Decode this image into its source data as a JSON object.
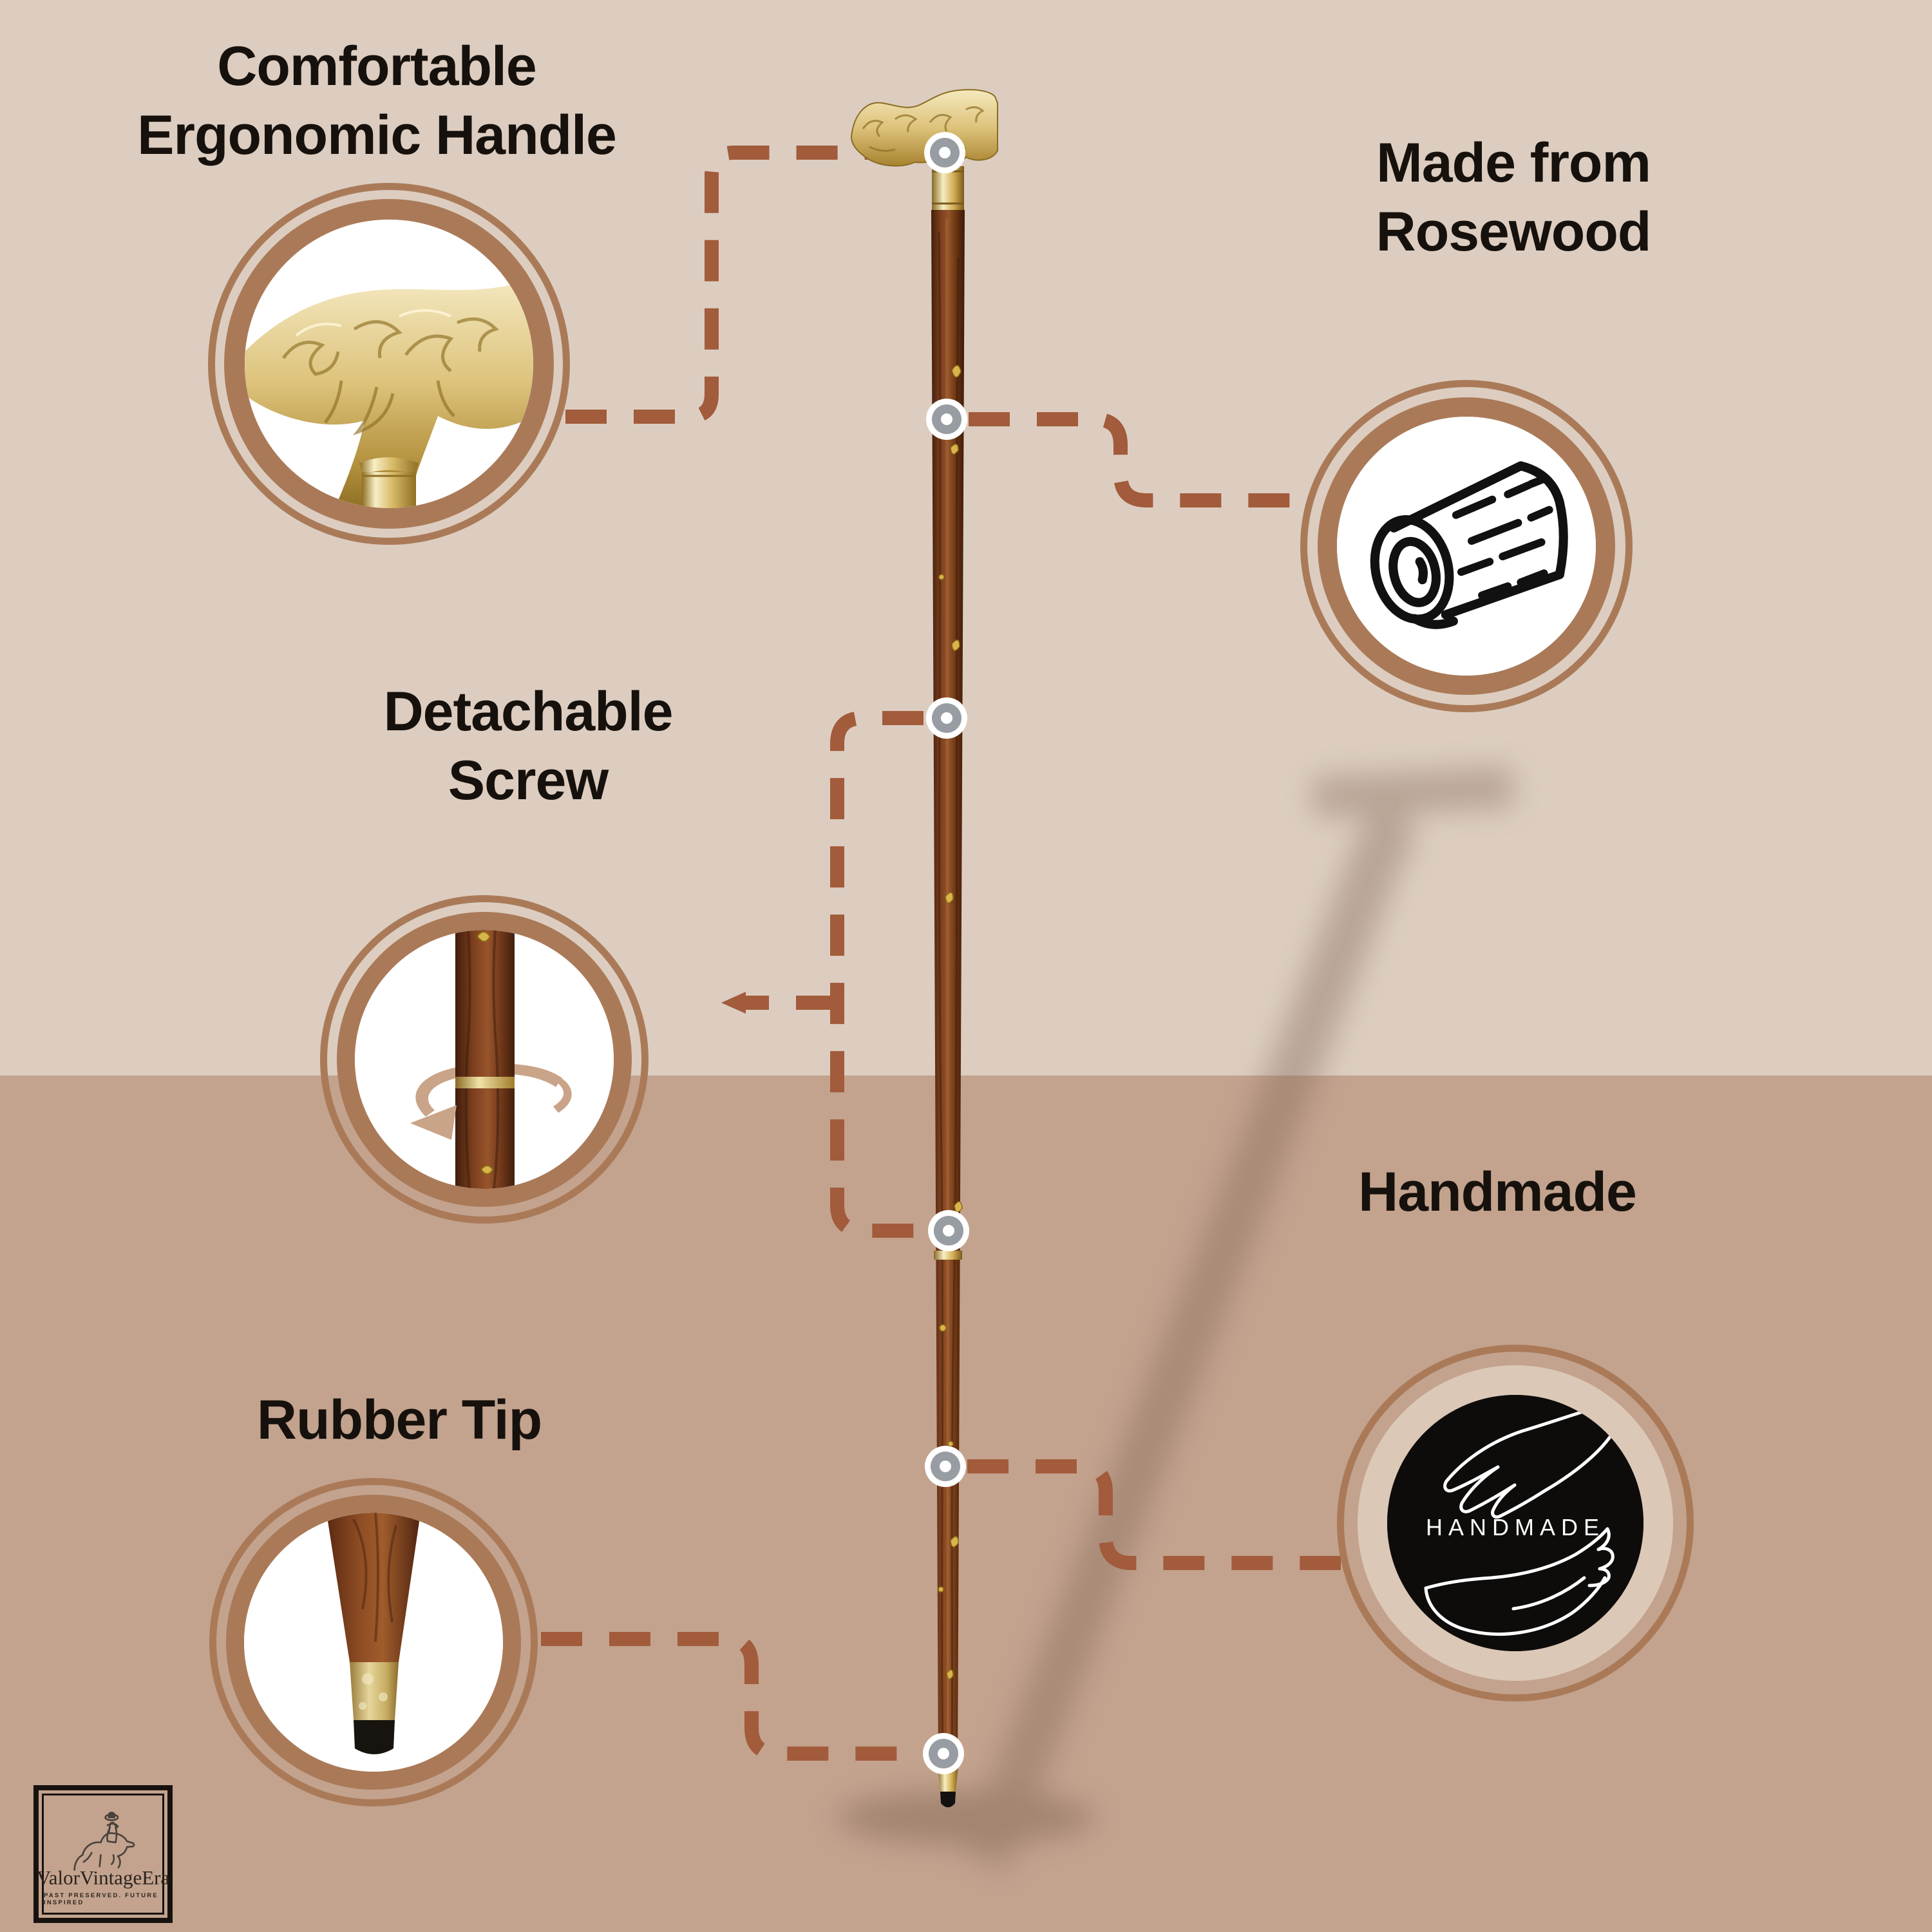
{
  "colors": {
    "bg_top": "#dccdc0",
    "bg_bottom": "#c3a38e",
    "dash": "#a25b3b",
    "ring_brown": "#aa7a58",
    "dot_gray": "#979da2",
    "brass": "#d9bc6d",
    "wood": "#7c3f1e",
    "badge_bg": "#0d0c0b",
    "title_color": "#16110c"
  },
  "callouts": [
    {
      "id": "handle",
      "label": "Comfortable Ergonomic Handle"
    },
    {
      "id": "rosewood",
      "label": "Made from Rosewood"
    },
    {
      "id": "screw",
      "label": "Detachable Screw"
    },
    {
      "id": "handmade",
      "label": "Handmade"
    },
    {
      "id": "rubber",
      "label": "Rubber Tip"
    }
  ],
  "badge": {
    "text": "HANDMADE"
  },
  "logo": {
    "brand": "ValorVintageEra",
    "tagline": "PAST PRESERVED. FUTURE INSPIRED"
  },
  "icons": {
    "rosewood": "log-icon",
    "handmade": "hands-icon",
    "screw": "rotation-arrows-icon",
    "logo": "horse-rider-icon"
  }
}
